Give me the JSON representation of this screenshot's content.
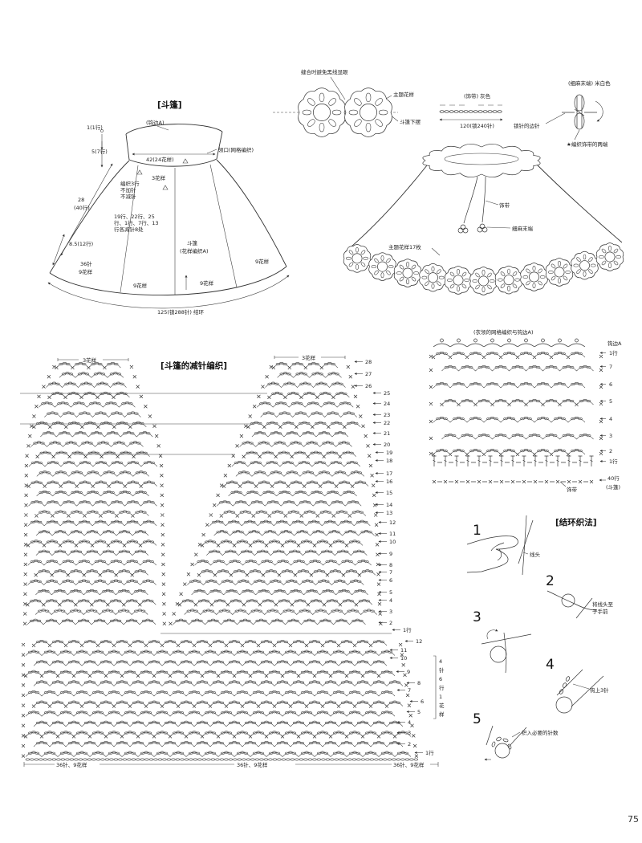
{
  "colors": {
    "ink": "#222222",
    "paper": "#ffffff"
  },
  "page": {
    "number": "75"
  },
  "cape": {
    "title": "[斗篷]",
    "edge_a": "(钩边A)",
    "row1": "1(1行)",
    "row5": "5(7行)",
    "neck_width": "42(24花样)",
    "neckline": "领口(网格编织)",
    "pattern_count": "3花样",
    "rows_note": [
      "编织3行",
      "不加针",
      "不减针"
    ],
    "length": [
      "28",
      "(40行)"
    ],
    "decrease_note": [
      "19行、22行、25",
      "行、1行、7行、13",
      "行各减针8处"
    ],
    "side_length": "8.5(12行)",
    "body": [
      "斗篷",
      "(花样编织A)"
    ],
    "panel_right": "9花样",
    "panel_left": [
      "36针",
      "9花样"
    ],
    "bottom_left": "9花样",
    "bottom_mid": "9花样",
    "hem": "125(锁288针) 结环"
  },
  "motif_detail": {
    "note": "缝合时避免黑线显眼",
    "motif": "主题花样",
    "hem": "斗篷下摆"
  },
  "ribbon": {
    "label": "(饰带) 灰色",
    "length": "120(锁240针)"
  },
  "tassel": {
    "label": "(细麻末端) 米白色",
    "edge": "锁针的边针",
    "note": "★编织饰带的两端"
  },
  "cape_view": {
    "ribbon": "饰带",
    "tassel": "细麻末端",
    "motifs": "主题花样17枚"
  },
  "decrease_chart": {
    "title": "[斗篷的减针编织]",
    "top_left": "3花样",
    "top_right": "3花样",
    "upper_rows": [
      "28",
      "27",
      "26",
      "25",
      "24",
      "23",
      "22",
      "21",
      "20",
      "19",
      "18",
      "17",
      "16",
      "15",
      "14",
      "13",
      "12",
      "11",
      "10",
      "9",
      "8",
      "7",
      "6",
      "5",
      "4",
      "3",
      "2",
      "1行"
    ],
    "lower_rows": [
      "12",
      "11",
      "10",
      "9",
      "8",
      "7",
      "6",
      "5",
      "4",
      "3",
      "2",
      "1行"
    ],
    "repeat_note": [
      "4",
      "针",
      "6",
      "行",
      "1",
      "花",
      "样"
    ],
    "bottom": [
      "36针、9花样",
      "36针、9花样",
      "36针、9花样"
    ]
  },
  "mesh_chart": {
    "title": "(衣领的网格编织与钩边A)",
    "edge": "钩边A",
    "rows": [
      "1行",
      "7",
      "6",
      "5",
      "4",
      "3",
      "2",
      "1行"
    ],
    "base": [
      "40行",
      "(斗篷)"
    ],
    "ribbon": "饰带"
  },
  "ring": {
    "title": "[结环织法]",
    "steps": [
      {
        "num": "1",
        "note": [
          "线头"
        ]
      },
      {
        "num": "2",
        "note": [
          "将线头至",
          "子手前"
        ]
      },
      {
        "num": "3",
        "note": []
      },
      {
        "num": "4",
        "note": [
          "钩上3针"
        ]
      },
      {
        "num": "5",
        "note": [
          "织入必要的针数"
        ]
      }
    ]
  }
}
